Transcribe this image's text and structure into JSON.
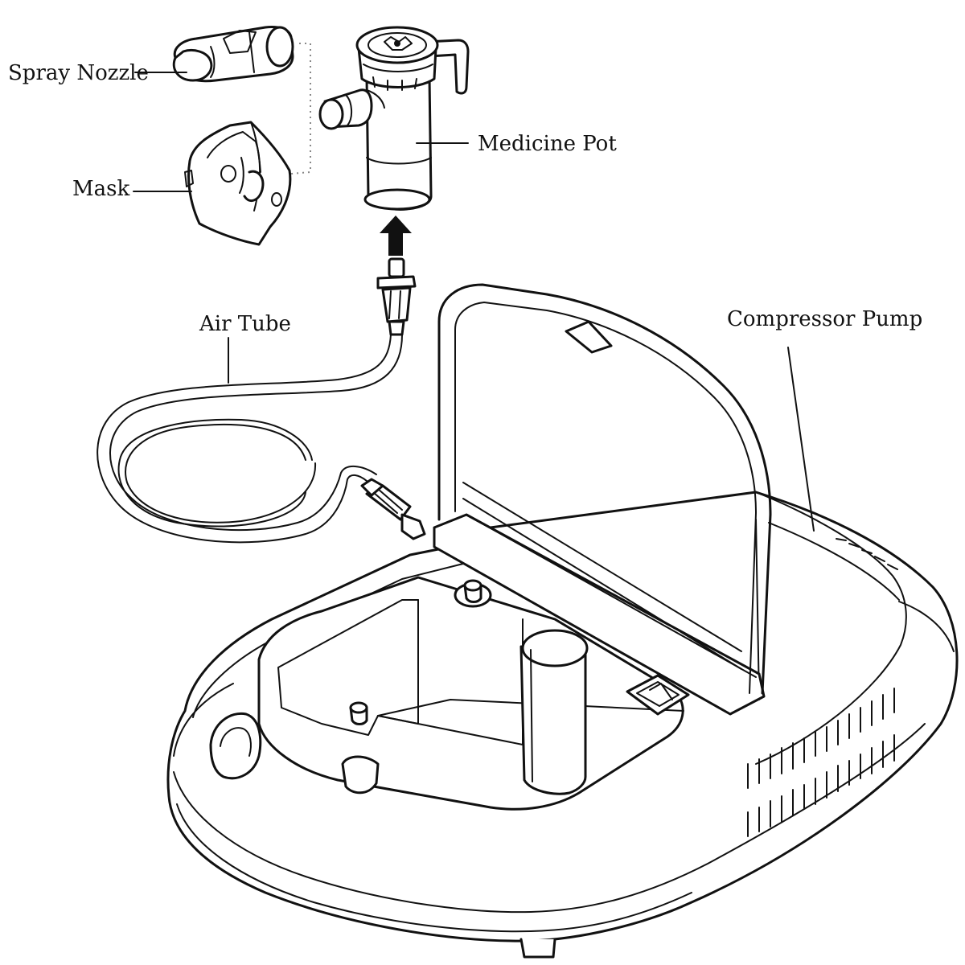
{
  "labels": {
    "spray_nozzle": "Spray Nozzle",
    "mask": "Mask",
    "medicine_pot": "Medicine Pot",
    "air_tube": "Air Tube",
    "compressor_pump": "Compressor Pump"
  },
  "colors": {
    "line": "#111111",
    "background": "#ffffff"
  }
}
